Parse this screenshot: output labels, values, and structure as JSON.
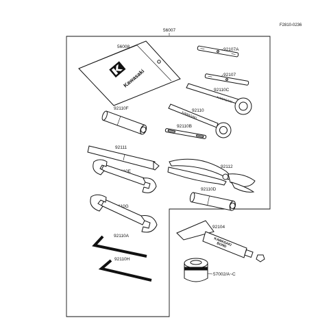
{
  "figure_code": "F2810-0236",
  "assembly_label": "56007",
  "labels": {
    "pouch": "56008",
    "p92107A": "92107A",
    "p92107": "92107",
    "p92110C": "92110C",
    "p92110F": "92110F",
    "p92110": "92110",
    "p92110B": "92110B",
    "p92111": "92111",
    "p92112": "92112",
    "p92110E": "92110E",
    "p92110D": "92110D",
    "p92110G": "92110G",
    "p92104": "92104",
    "p92110A": "92110A",
    "p92110H": "92110H",
    "p57002": "57002/A~C"
  },
  "brand": {
    "pouch_text": "Kawasaki",
    "tube_line1": "KAWASAKI",
    "tube_line2": "BOND",
    "wrench_92110C_text": "KAWASAKI",
    "wrench_92110_text": "KAWASAKI"
  },
  "icons": [
    "kawasaki-logo-icon"
  ]
}
